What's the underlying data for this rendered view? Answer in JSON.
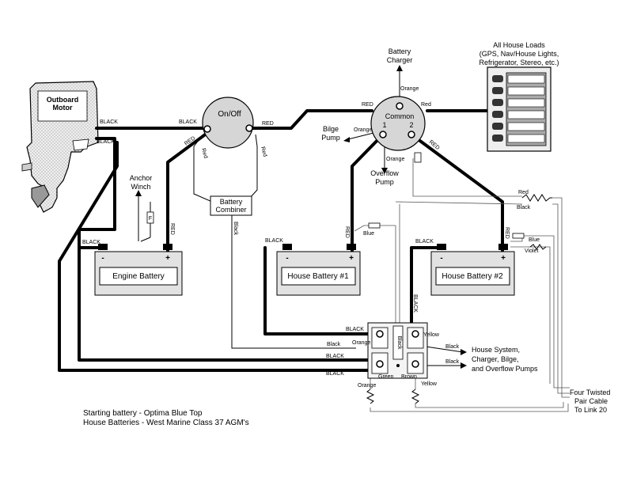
{
  "outboard": {
    "label_line1": "Outboard",
    "label_line2": "Motor"
  },
  "switch_on_off": {
    "label": "On/Off"
  },
  "switch_common": {
    "label": "Common",
    "pos1": "1",
    "pos2": "2"
  },
  "battery_charger": {
    "line1": "Battery",
    "line2": "Charger"
  },
  "house_loads": {
    "line1": "All House Loads",
    "line2": "(GPS, Nav/House Lights,",
    "line3": "Refrigerator, Stereo, etc.)"
  },
  "bilge_pump": {
    "line1": "Bilge",
    "line2": "Pump"
  },
  "overflow_pump": {
    "line1": "Overflow",
    "line2": "Pump"
  },
  "anchor_winch": {
    "line1": "Anchor",
    "line2": "Winch"
  },
  "combiner": {
    "line1": "Battery",
    "line2": "Combiner"
  },
  "batteries": {
    "engine": "Engine Battery",
    "house1": "House Battery #1",
    "house2": "House Battery #2",
    "minus": "-",
    "plus": "+"
  },
  "bus_note": {
    "line1": "House System,",
    "line2": "Charger, Bilge,",
    "line3": "and Overflow Pumps"
  },
  "cable_note": {
    "line1": "Four Twisted",
    "line2": "Pair Cable",
    "line3": "To Link 20"
  },
  "footnotes": {
    "line1": "Starting battery  - Optima Blue Top",
    "line2": "House Batteries  - West Marine  Class 37 AGM's"
  },
  "wire_labels": {
    "black": "BLACK",
    "black_mixed": "Black",
    "red": "RED",
    "red_lower": "Red",
    "orange": "Orange",
    "green": "Green",
    "brown": "Brown",
    "yellow": "Yellow",
    "blue": "Blue",
    "violet": "Violet",
    "red_vertical": "RED",
    "black_vertical": "Black",
    "bus_vertical": "Black",
    "sense_red": "Red",
    "sense_black": "Black",
    "f": "F"
  }
}
